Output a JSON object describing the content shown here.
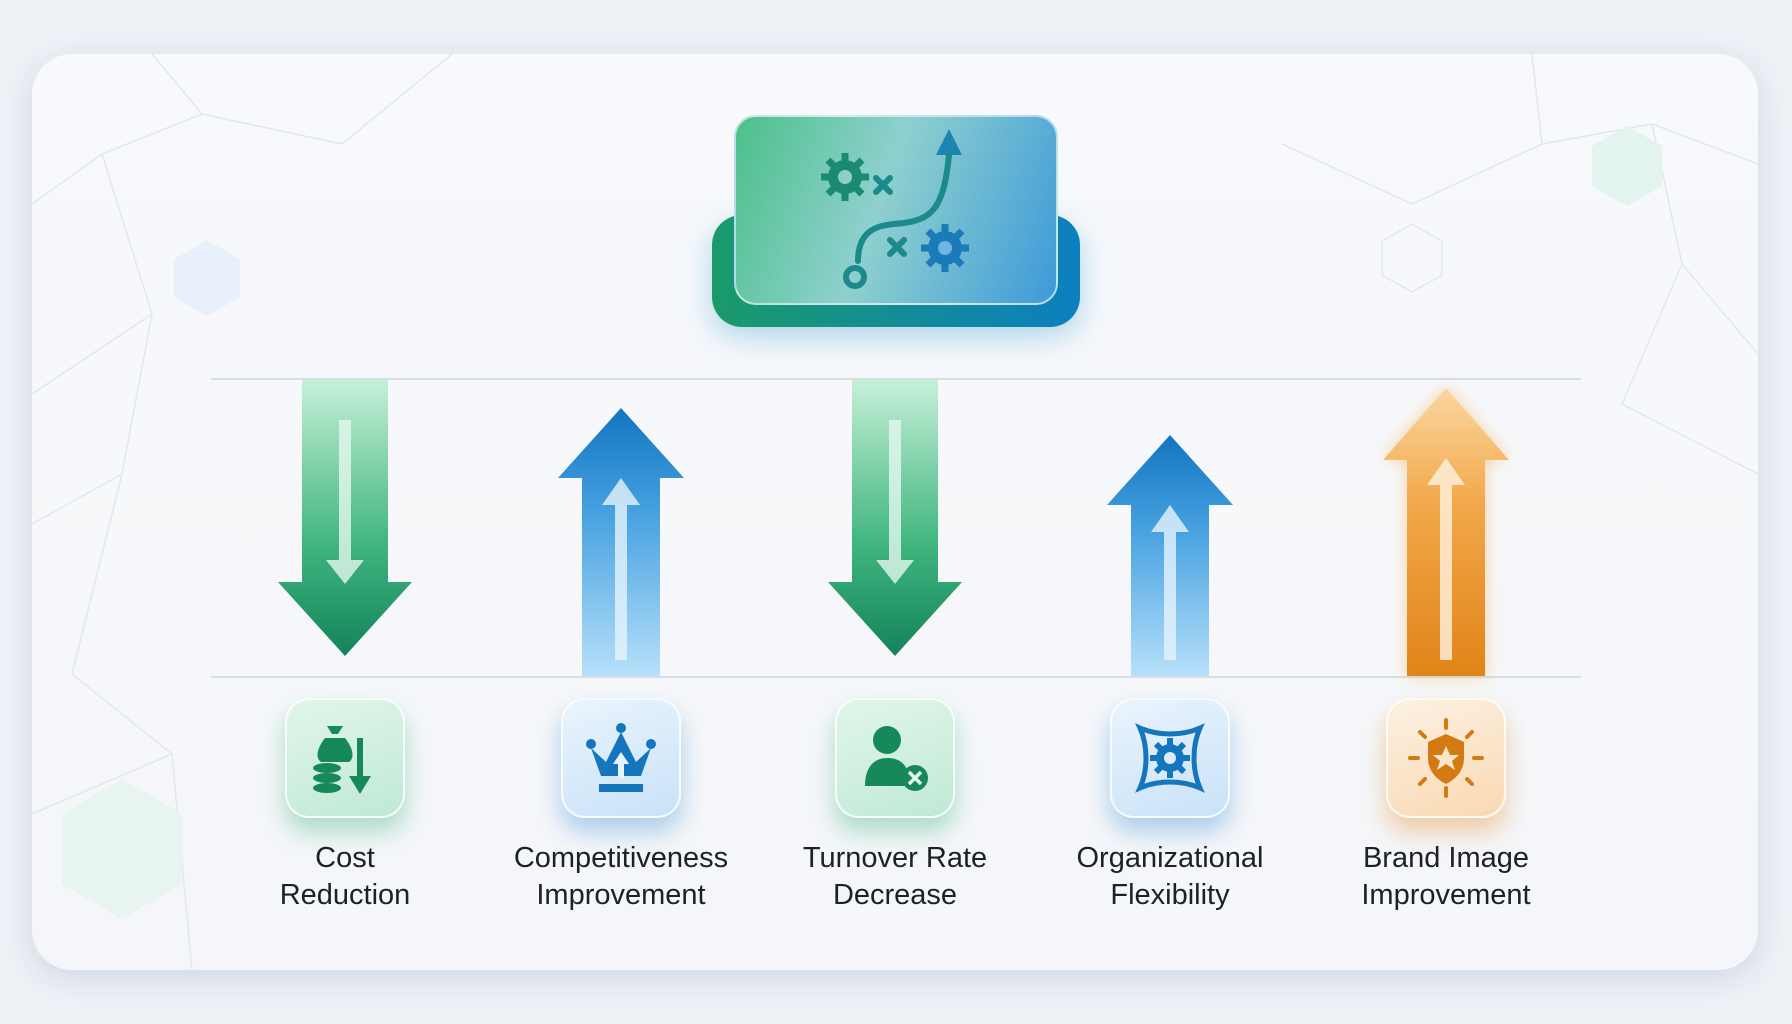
{
  "hub": {
    "icon": "strategy-plan-icon"
  },
  "items": [
    {
      "line1": "Cost",
      "line2": "Reduction",
      "direction": "down",
      "icon": "money-bag-down-icon",
      "color": "#1f9e68"
    },
    {
      "line1": "Competitiveness",
      "line2": "Improvement",
      "direction": "up",
      "icon": "crown-up-icon",
      "color": "#1a7fc8"
    },
    {
      "line1": "Turnover Rate",
      "line2": "Decrease",
      "direction": "down",
      "icon": "person-remove-icon",
      "color": "#1f9e68"
    },
    {
      "line1": "Organizational",
      "line2": "Flexibility",
      "direction": "up",
      "icon": "flexible-gear-icon",
      "color": "#1a7fc8"
    },
    {
      "line1": "Brand Image",
      "line2": "Improvement",
      "direction": "up",
      "icon": "shield-star-icon",
      "color": "#e0861e"
    }
  ]
}
